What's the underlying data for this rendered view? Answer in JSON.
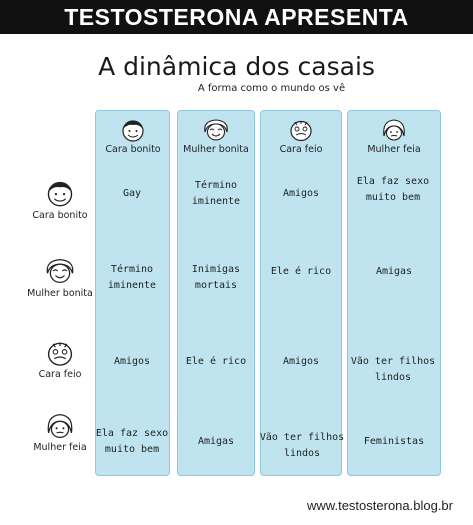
{
  "banner": "TESTOSTERONA APRESENTA",
  "title": "A dinâmica dos casais",
  "subtitle": "A forma como o mundo os vê",
  "columns": [
    {
      "label": "Cara bonito",
      "icon": "handsome-guy-face-icon"
    },
    {
      "label": "Mulher bonita",
      "icon": "pretty-woman-face-icon"
    },
    {
      "label": "Cara feio",
      "icon": "ugly-guy-face-icon"
    },
    {
      "label": "Mulher feia",
      "icon": "ugly-woman-face-icon"
    }
  ],
  "rows": [
    {
      "label": "Cara bonito",
      "icon": "handsome-guy-face-icon",
      "cells": [
        "Gay",
        "Término\niminente",
        "Amigos",
        "Ela faz sexo\nmuito bem"
      ]
    },
    {
      "label": "Mulher bonita",
      "icon": "pretty-woman-face-icon",
      "cells": [
        "Término\niminente",
        "Inimigas\nmortais",
        "Ele é rico",
        "Amigas"
      ]
    },
    {
      "label": "Cara feio",
      "icon": "ugly-guy-face-icon",
      "cells": [
        "Amigos",
        "Ele é rico",
        "Amigos",
        "Vão ter filhos\nlindos"
      ]
    },
    {
      "label": "Mulher feia",
      "icon": "ugly-woman-face-icon",
      "cells": [
        "Ela faz sexo\nmuito bem",
        "Amigas",
        "Vão ter filhos\nlindos",
        "Feministas"
      ]
    }
  ],
  "footer": "www.testosterona.blog.br",
  "colors": {
    "banner": "#111111",
    "column_fill": "#bfe4f0",
    "column_border": "#8fc8db"
  }
}
